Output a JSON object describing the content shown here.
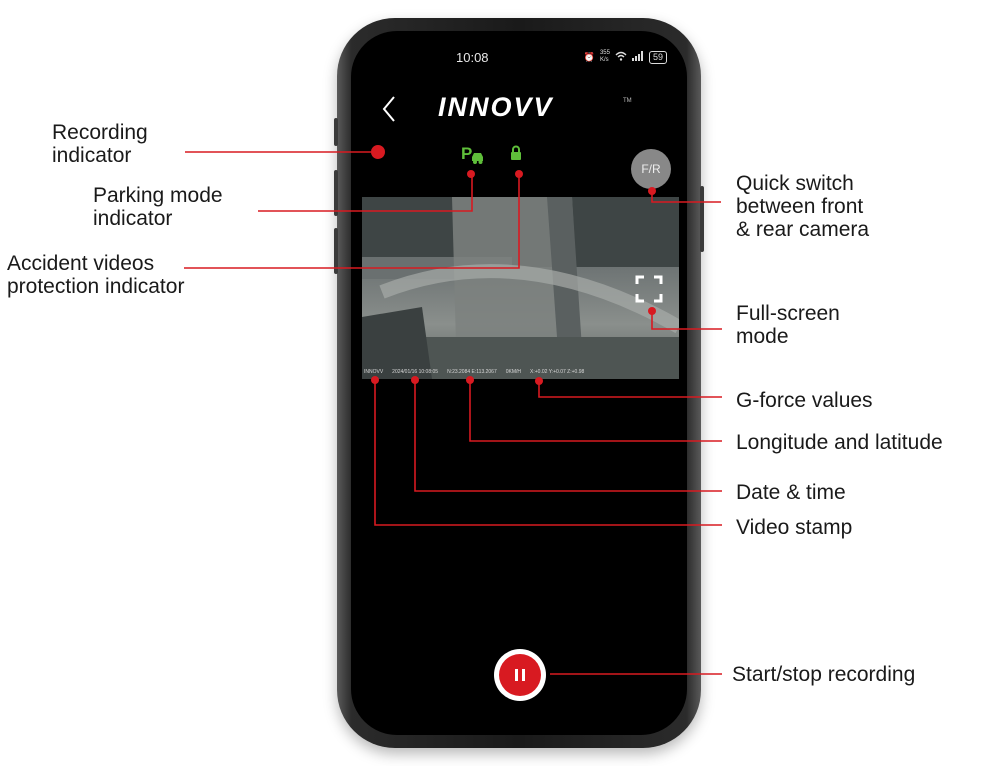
{
  "status_bar": {
    "time": "10:08",
    "net_speed": "355",
    "net_unit": "K/s",
    "battery": "59"
  },
  "app": {
    "brand": "INNOVV",
    "trademark": "TM",
    "fr_button_label": "F/R"
  },
  "video_stamp": {
    "brand": "INNOVV",
    "datetime": "2024/01/16 10:08:05",
    "gps": "N:23.2084 E:113.2067",
    "speed": "0KM/H",
    "gforce": "X:+0.02 Y:+0.07 Z:+0.98"
  },
  "callouts": {
    "recording": [
      "Recording",
      "indicator"
    ],
    "parking": [
      "Parking mode",
      "indicator"
    ],
    "accident": [
      "Accident videos",
      "protection indicator"
    ],
    "quick_switch": [
      "Quick switch",
      "between front",
      "& rear camera"
    ],
    "fullscreen": [
      "Full-screen",
      "mode"
    ],
    "gforce": "G-force values",
    "longitude": "Longitude and latitude",
    "datetime": "Date & time",
    "video_stamp": "Video stamp",
    "start_stop": "Start/stop recording"
  },
  "colors": {
    "accent_red": "#d81a21",
    "indicator_green": "#5fbf3a"
  },
  "icons": [
    "back-chevron-icon",
    "parking-car-icon",
    "lock-icon",
    "fullscreen-icon",
    "pause-icon",
    "wifi-icon",
    "signal-icon",
    "alarm-icon"
  ]
}
